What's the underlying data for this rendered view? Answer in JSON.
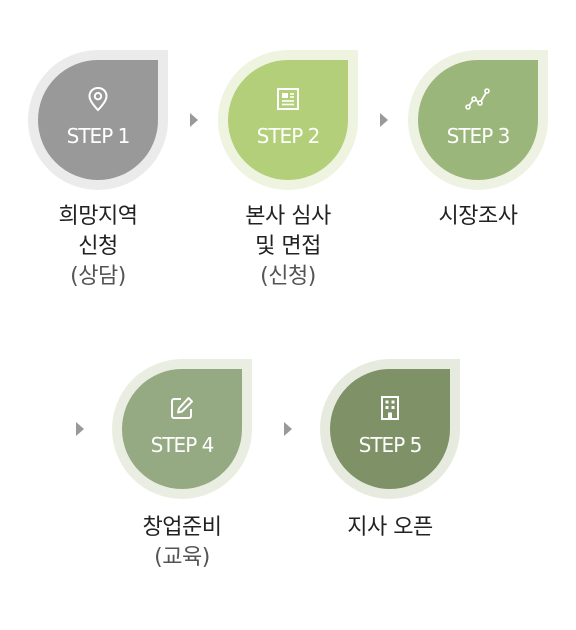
{
  "steps": [
    {
      "label": "STEP 1",
      "icon": "location-pin-icon",
      "caption": [
        "희망지역",
        "신청",
        "(상담)"
      ],
      "color_inner": "#999999",
      "color_outer": "#ebebeb"
    },
    {
      "label": "STEP 2",
      "icon": "document-icon",
      "caption": [
        "본사 심사",
        "및 면접",
        "(신청)"
      ],
      "color_inner": "#b4cf7a",
      "color_outer": "#eef4df"
    },
    {
      "label": "STEP 3",
      "icon": "chart-line-icon",
      "caption": [
        "시장조사"
      ],
      "color_inner": "#9ab67a",
      "color_outer": "#edf2e2"
    },
    {
      "label": "STEP 4",
      "icon": "edit-icon",
      "caption": [
        "창업준비",
        "(교육)"
      ],
      "color_inner": "#95a982",
      "color_outer": "#eaeee2"
    },
    {
      "label": "STEP 5",
      "icon": "building-icon",
      "caption": [
        "지사 오픈"
      ],
      "color_inner": "#7f9166",
      "color_outer": "#e7ebdf"
    }
  ]
}
